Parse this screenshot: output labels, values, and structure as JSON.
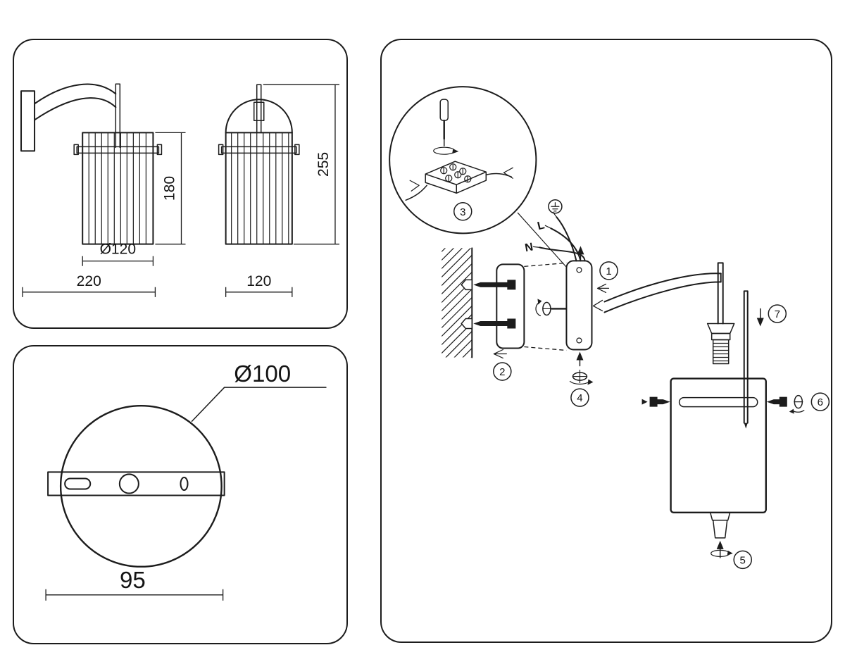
{
  "page": {
    "ink_color": "#1c1c1c",
    "background": "#ffffff"
  },
  "front_view": {
    "shade_height": "180",
    "shade_diameter": "Ø120",
    "overall_width": "220"
  },
  "side_view": {
    "overall_height": "255",
    "width": "120"
  },
  "mounting_plate": {
    "diameter": "Ø100",
    "base_width": "95"
  },
  "installation": {
    "wire_live": "L",
    "wire_neutral": "N",
    "steps": [
      "1",
      "2",
      "3",
      "4",
      "5",
      "6",
      "7"
    ]
  }
}
